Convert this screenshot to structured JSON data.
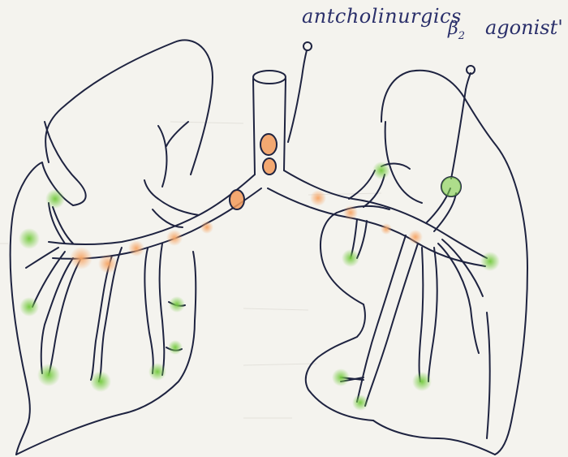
{
  "labels": {
    "anticholinergics": "antcholinurgics",
    "beta2_symbol": "β",
    "beta2_subscript": "2",
    "agonist": "agonist'"
  },
  "colors": {
    "paper": "#f4f3ee",
    "ink": "#1e2340",
    "label_ink": "#2a2f6a",
    "anticholinergic_receptor": "#f29a5a",
    "beta2_receptor": "#7fcf4a"
  },
  "legend_semantics": {
    "orange_dots": "anticholinergics",
    "green_dots": "β2 agonist'"
  }
}
